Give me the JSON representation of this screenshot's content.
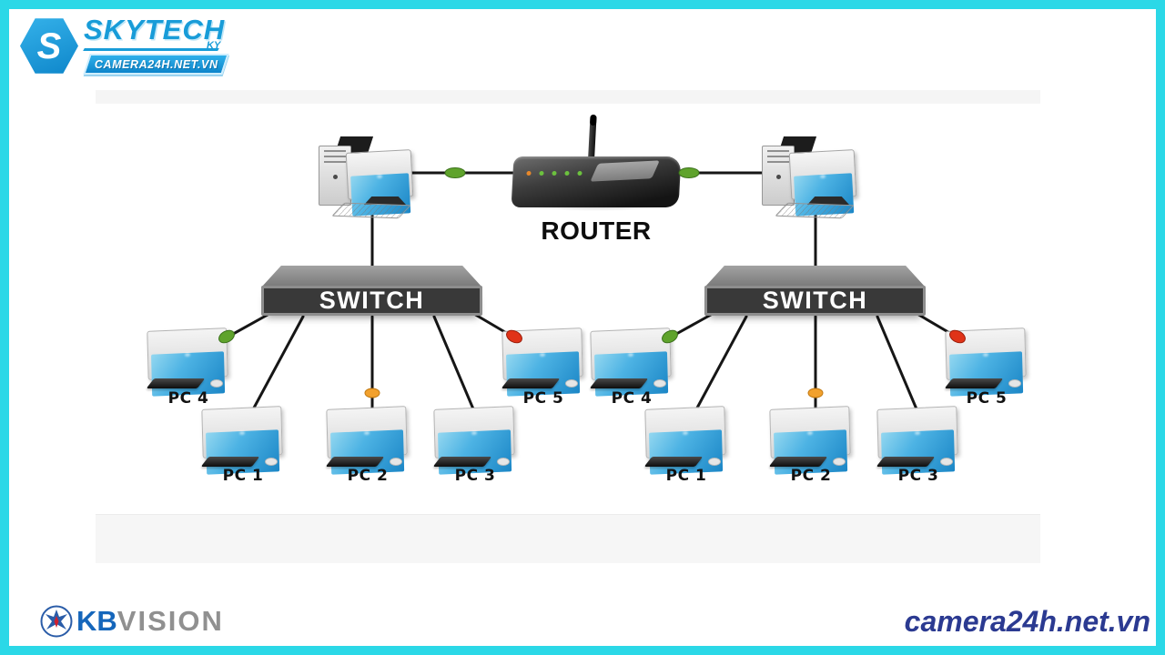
{
  "branding": {
    "skytech": {
      "s": "S",
      "name": "SKYTECH",
      "ky": "KY",
      "banner": "CAMERA24H.NET.VN"
    },
    "kbvision": {
      "kb": "KB",
      "vision": "VISION"
    },
    "watermark": "camera24h.net.vn"
  },
  "colors": {
    "frame": "#2BD8E7",
    "brand_blue": "#189CD8",
    "kb_blue": "#1566BB",
    "vision_gray": "#909090",
    "watermark_blue": "#2B3A91",
    "line": "#161616",
    "connector_green": "#5FA32C",
    "connector_orange": "#F2A12E",
    "connector_red": "#E03318",
    "led_green": "#6CC13E",
    "led_orange": "#E8882A"
  },
  "diagram": {
    "router_label": "ROUTER",
    "groups": [
      {
        "side": "left",
        "switch_label": "SWITCH",
        "pcs": [
          {
            "label": "PC 4"
          },
          {
            "label": "PC 1"
          },
          {
            "label": "PC 2"
          },
          {
            "label": "PC 3"
          },
          {
            "label": "PC 5"
          }
        ]
      },
      {
        "side": "right",
        "switch_label": "SWITCH",
        "pcs": [
          {
            "label": "PC 4"
          },
          {
            "label": "PC 1"
          },
          {
            "label": "PC 2"
          },
          {
            "label": "PC 3"
          },
          {
            "label": "PC 5"
          }
        ]
      }
    ]
  }
}
